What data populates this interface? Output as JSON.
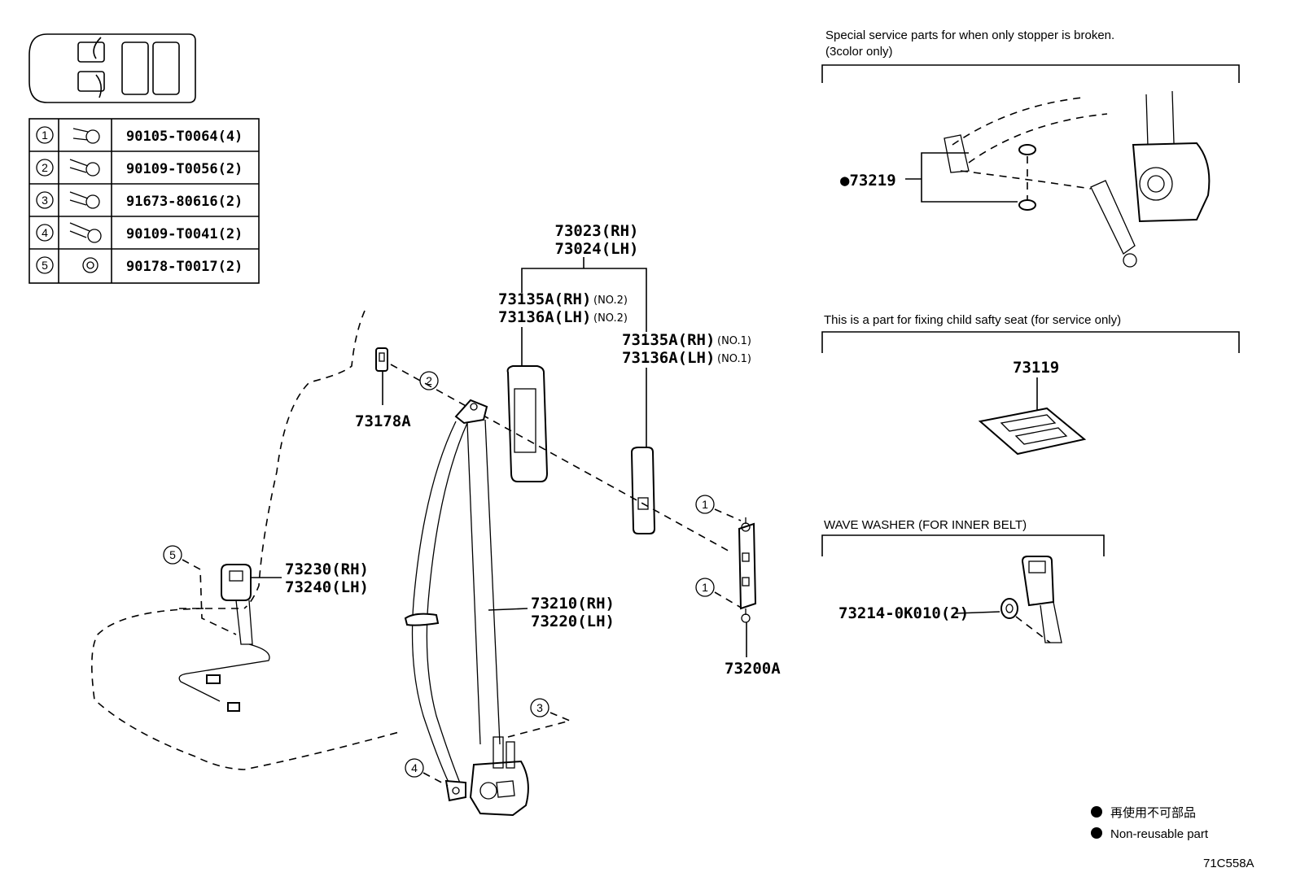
{
  "bolt_table": [
    {
      "index": "1",
      "part": "90105-T0064(4)"
    },
    {
      "index": "2",
      "part": "90109-T0056(2)"
    },
    {
      "index": "3",
      "part": "91673-80616(2)"
    },
    {
      "index": "4",
      "part": "90109-T0041(2)"
    },
    {
      "index": "5",
      "part": "90178-T0017(2)"
    }
  ],
  "labels": {
    "lbl_73023": "73023(RH)",
    "lbl_73024": "73024(LH)",
    "lbl_73135a_no2": "73135A(RH)",
    "lbl_73135a_no2_suffix": "(NO.2)",
    "lbl_73136a_no2": "73136A(LH)",
    "lbl_73136a_no2_suffix": "(NO.2)",
    "lbl_73135a_no1": "73135A(RH)",
    "lbl_73135a_no1_suffix": "(NO.1)",
    "lbl_73136a_no1": "73136A(LH)",
    "lbl_73136a_no1_suffix": "(NO.1)",
    "lbl_73178a": "73178A",
    "lbl_73230": "73230(RH)",
    "lbl_73240": "73240(LH)",
    "lbl_73210": "73210(RH)",
    "lbl_73220": "73220(LH)",
    "lbl_73200a": "73200A",
    "lbl_73219": "●73219",
    "lbl_73119": "73119",
    "lbl_73214": "73214-0K010(2)"
  },
  "callouts": {
    "c1a": "1",
    "c1b": "1",
    "c2": "2",
    "c3": "3",
    "c4": "4",
    "c5": "5"
  },
  "notes": {
    "special_line1": "Special service parts for when only stopper is broken.",
    "special_line2": "(3color only)",
    "child_seat": "This is a part for fixing child safty seat (for service only)",
    "wave_washer": "WAVE WASHER (FOR INNER BELT)"
  },
  "legend": {
    "jp": "再使用不可部品",
    "en": "Non-reusable part"
  },
  "figure_code": "71C558A"
}
